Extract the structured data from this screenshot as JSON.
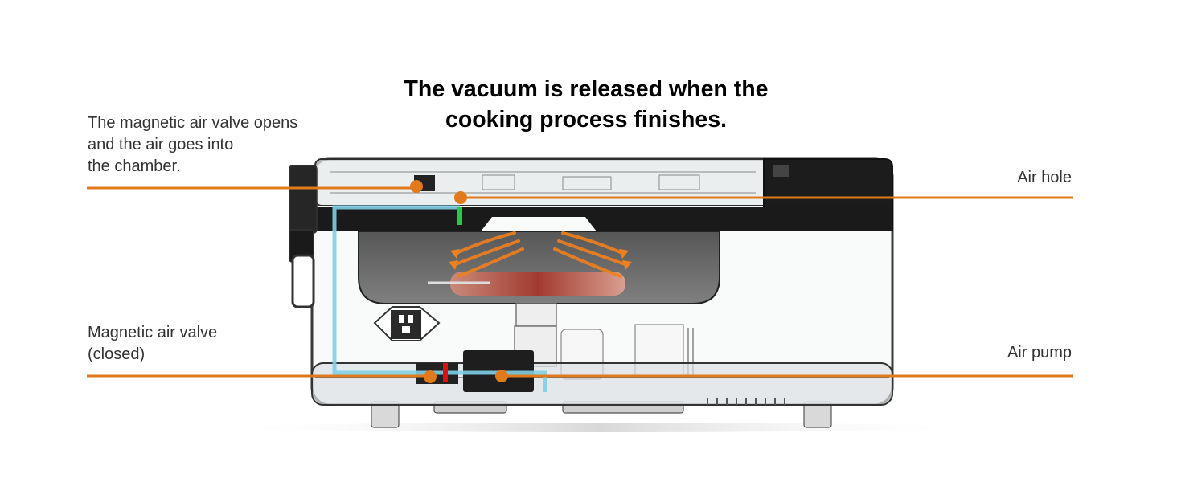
{
  "title": {
    "line1": "The vacuum is released when the",
    "line2": "cooking process finishes."
  },
  "callouts": {
    "valve_opens": {
      "line1": "The magnetic air valve opens",
      "line2": "and the air goes into",
      "line3": "the chamber."
    },
    "air_hole": "Air hole",
    "valve_closed": {
      "line1": "Magnetic air valve",
      "line2": "(closed)"
    },
    "air_pump": "Air pump"
  },
  "colors": {
    "callout_line": "#e07a1a",
    "air_path": "#7fd0e6",
    "airflow_arrows": "#f0801e",
    "valve_open_indicator": "#22cc44",
    "valve_closed_indicator": "#dd1111",
    "device_body": "#2a2a2a"
  }
}
